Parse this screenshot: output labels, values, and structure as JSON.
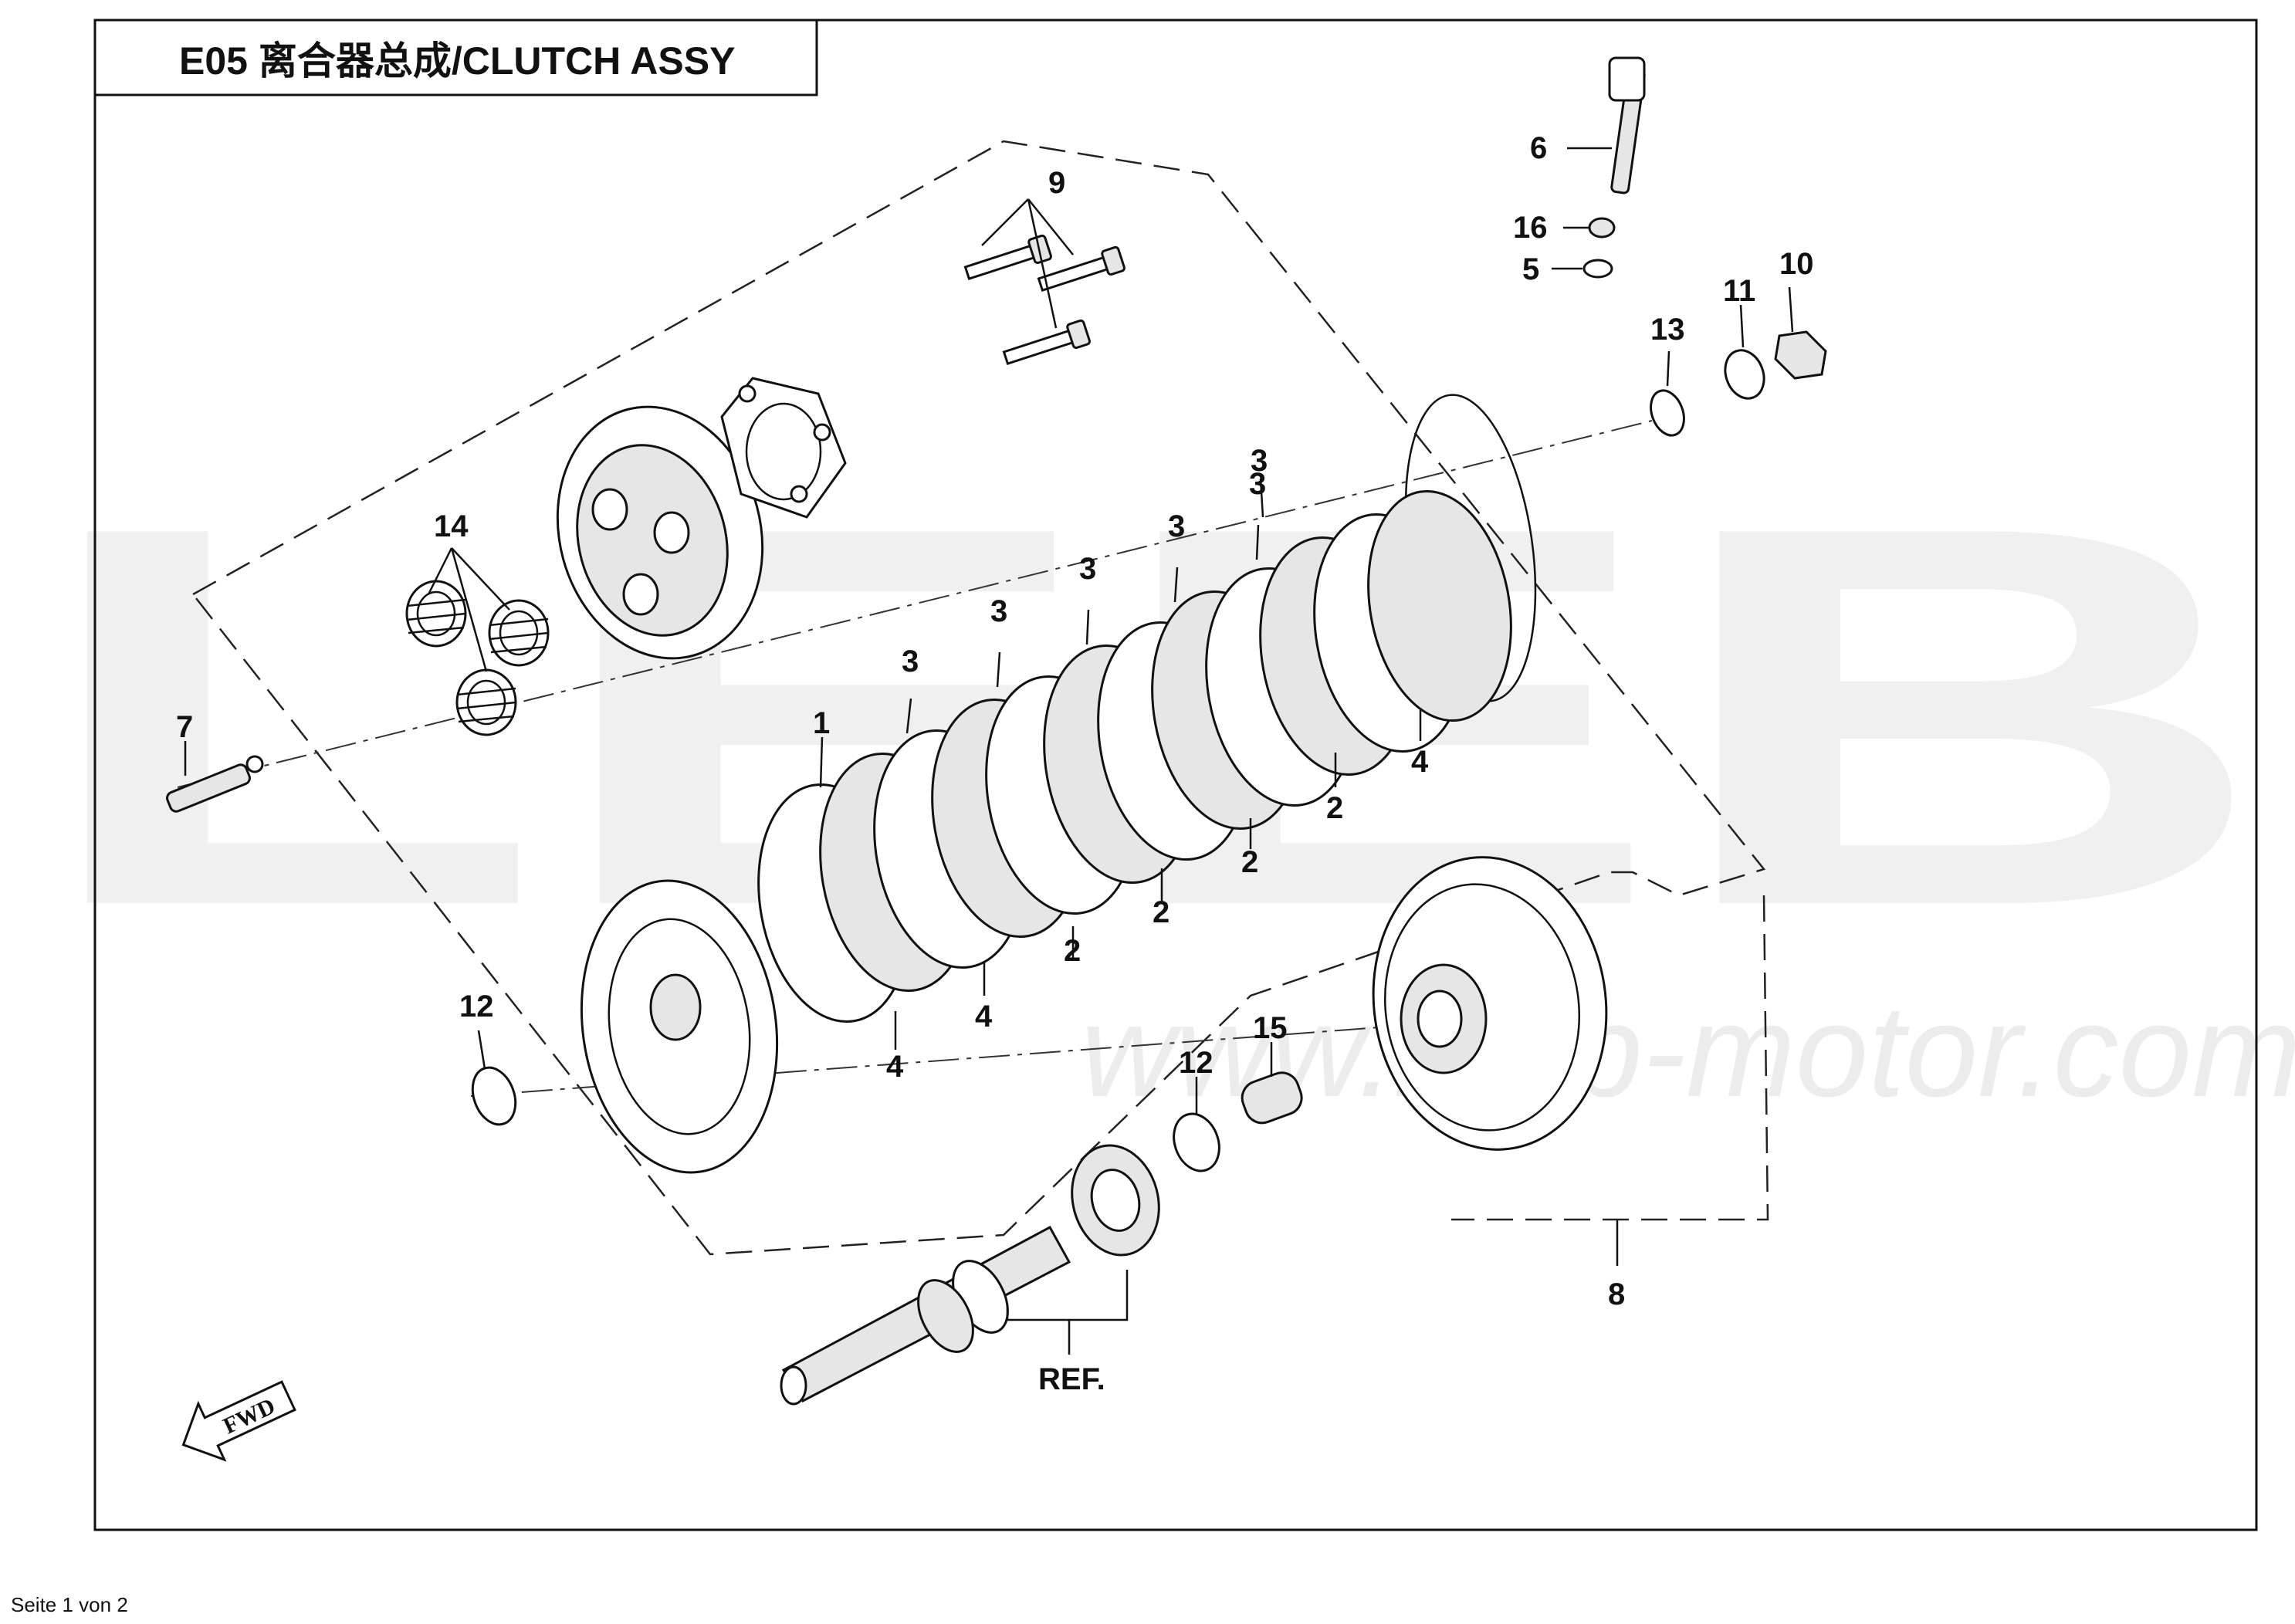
{
  "header": {
    "title": "E05 离合器总成/CLUTCH ASSY"
  },
  "watermark": {
    "brand": "LEEB",
    "url": "www.leeb-motor.com"
  },
  "callouts": {
    "c1": "1",
    "c2": "2",
    "c3": "3",
    "c4": "4",
    "c5": "5",
    "c6": "6",
    "c7": "7",
    "c8": "8",
    "c9": "9",
    "c10": "10",
    "c11": "11",
    "c12": "12",
    "c13": "13",
    "c14": "14",
    "c15": "15",
    "c16": "16",
    "ref": "REF."
  },
  "fwd_arrow": {
    "label": "FWD"
  },
  "footer": {
    "page_label": "Seite 1 von 2"
  }
}
